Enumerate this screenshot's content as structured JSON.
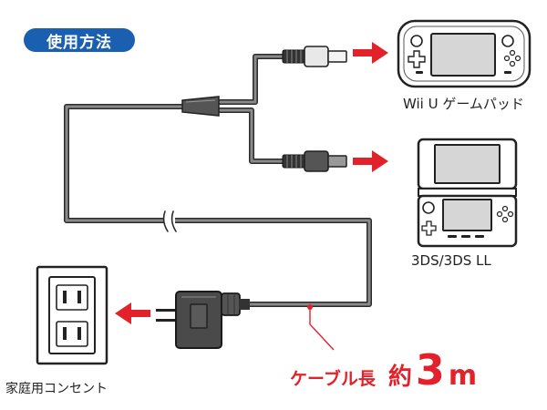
{
  "badge": {
    "text": "使用方法"
  },
  "devices": {
    "wiiu_label": "Wii U ゲームパッド",
    "ds_label": "3DS/3DS LL",
    "outlet_label": "家庭用コンセント"
  },
  "cable": {
    "text_label": "ケーブル長",
    "text_approx": "約",
    "text_num": "3",
    "text_unit": "m"
  },
  "colors": {
    "accent_red": "#e3212b",
    "badge_blue": "#1b5fb0",
    "cable_gray": "#6b6b6b",
    "adapter_gray": "#4a4a4a"
  }
}
